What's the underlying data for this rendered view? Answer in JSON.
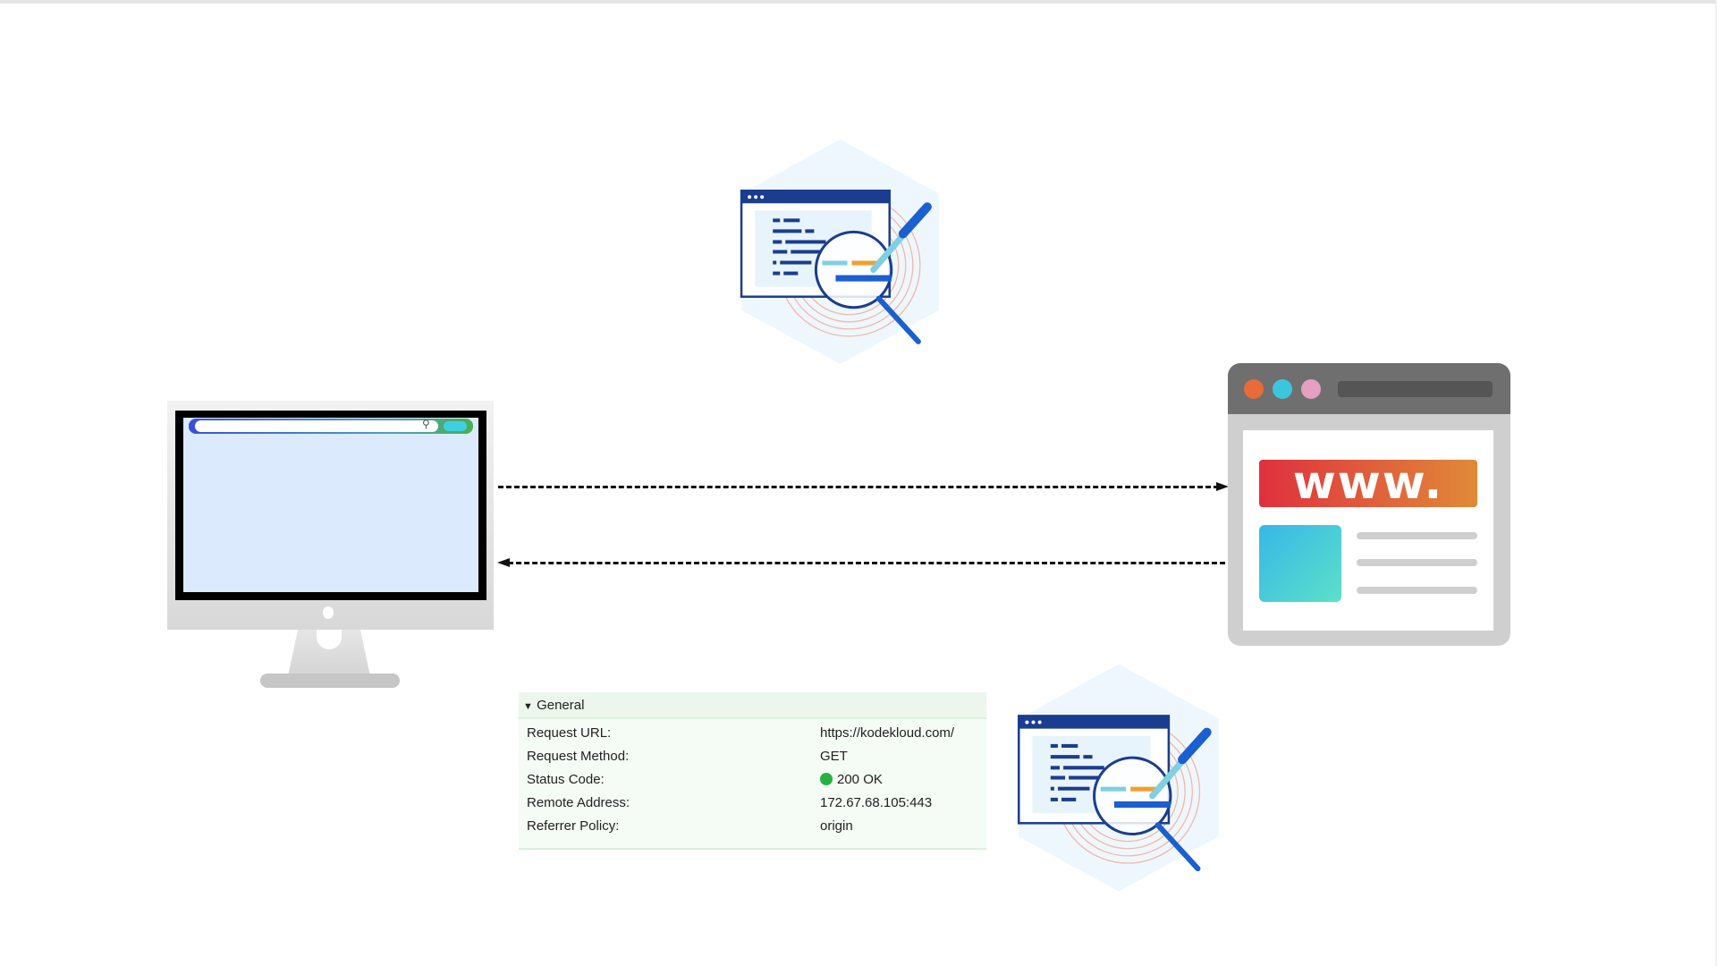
{
  "server": {
    "banner": "www."
  },
  "panel": {
    "section_title": "General",
    "collapse_glyph": "▼",
    "rows": [
      {
        "label": "Request URL:",
        "value": "https://kodekloud.com/"
      },
      {
        "label": "Request Method:",
        "value": "GET"
      },
      {
        "label": "Status Code:",
        "value": "200 OK"
      },
      {
        "label": "Remote Address:",
        "value": "172.67.68.105:443"
      },
      {
        "label": "Referrer Policy:",
        "value": "origin"
      }
    ]
  },
  "colors": {
    "status_ok": "#28b040",
    "arrow": "#111111"
  }
}
